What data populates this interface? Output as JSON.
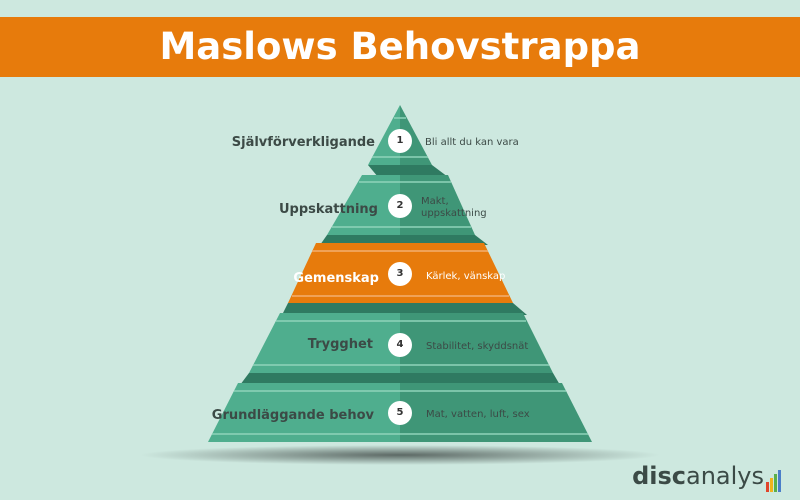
{
  "title": "Maslows Behovstrappa",
  "levels": [
    {
      "number": "1",
      "label": "Självförverkligande",
      "description": "Bli allt du kan vara"
    },
    {
      "number": "2",
      "label": "Uppskattning",
      "description": "Makt, uppskattning"
    },
    {
      "number": "3",
      "label": "Gemenskap",
      "description": "Kärlek, vänskap"
    },
    {
      "number": "4",
      "label": "Trygghet",
      "description": "Stabilitet, skyddsnät"
    },
    {
      "number": "5",
      "label": "Grundläggande behov",
      "description": "Mat, vatten, luft, sex"
    }
  ],
  "logo": {
    "bold": "disc",
    "regular": "analys"
  },
  "colors": {
    "header": "#e77b0c",
    "green": "#4fae8e",
    "green_dark": "#3f9677",
    "highlight": "#e77b0c",
    "background": "#cde8df"
  }
}
